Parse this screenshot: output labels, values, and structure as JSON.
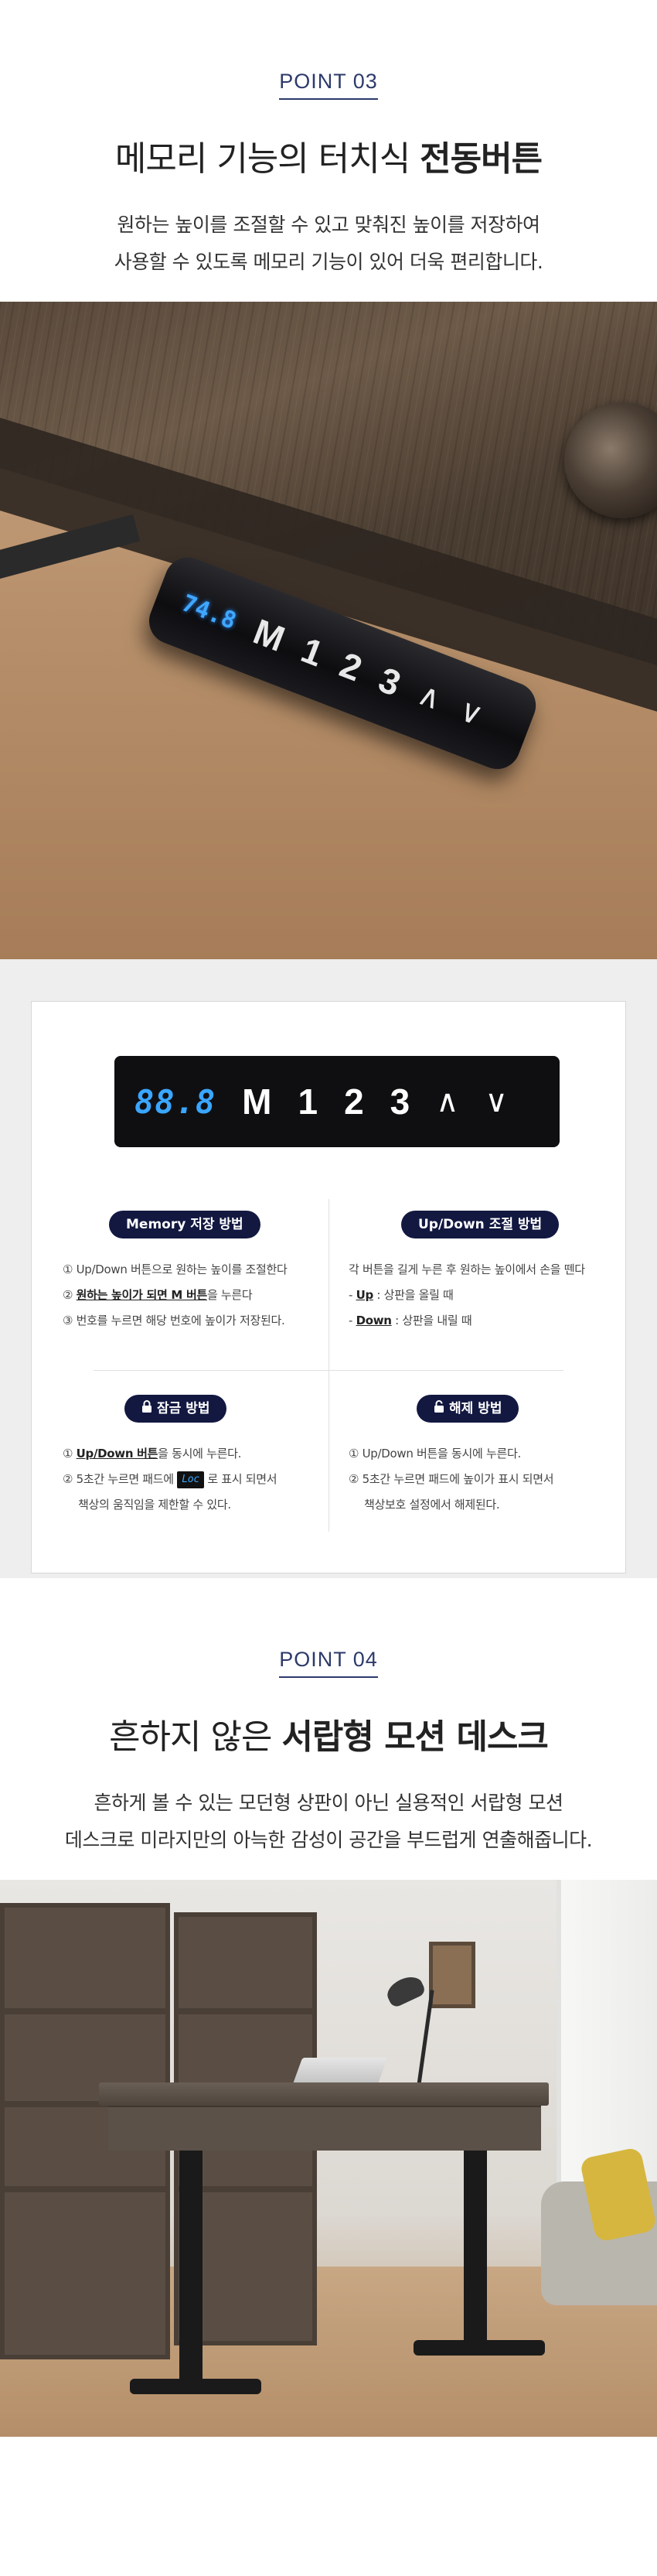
{
  "point3": {
    "label": "POINT 03",
    "headline_light": "메모리 기능의 터치식 ",
    "headline_bold": "전동버튼",
    "desc_lines": [
      "원하는 높이를 조절할 수 있고 맞춰진 높이를 저장하여",
      "사용할 수 있도록 메모리 기능이 있어 더욱 편리합니다."
    ]
  },
  "photo_controller": {
    "display": "74.8",
    "keys": [
      "M",
      "1",
      "2",
      "3"
    ],
    "arrows": [
      "∧",
      "∨"
    ]
  },
  "keypad": {
    "display": "88.8",
    "keys": [
      "M",
      "1",
      "2",
      "3"
    ],
    "arrows": [
      "∧",
      "∨"
    ]
  },
  "memory": {
    "title": "Memory 저장 방법",
    "lines": {
      "l1": "① Up/Down 버튼으로 원하는 높이를 조절한다",
      "l2_pre": "② ",
      "l2_u": "원하는 높이가 되면 M 버튼",
      "l2_post": "을 누른다",
      "l3": "③ 번호를 누르면 해당 번호에 높이가 저장된다."
    }
  },
  "updown": {
    "title": "Up/Down 조절 방법",
    "lines": {
      "l1": "각 버튼을 길게 누른 후 원하는 높이에서 손을 뗀다",
      "l2_pre": "- ",
      "l2_u": "Up",
      "l2_post": " : 상판을 올릴 때",
      "l3_pre": "- ",
      "l3_u": "Down",
      "l3_post": " : 상판을 내릴 때"
    }
  },
  "lock": {
    "title": "잠금 방법",
    "lines": {
      "l1_pre": "① ",
      "l1_u": "Up/Down 버튼",
      "l1_post": "을 동시에 누른다.",
      "l2_pre": "② 5초간 누르면 패드에 ",
      "l2_disp": "Loc",
      "l2_post": " 로 표시 되면서",
      "l3": "책상의 움직임을 제한할 수 있다."
    }
  },
  "unlock": {
    "title": "해제 방법",
    "lines": {
      "l1": "① Up/Down 버튼을 동시에 누른다.",
      "l2": "② 5초간 누르면 패드에 높이가 표시 되면서",
      "l3": "책상보호 설정에서 해제된다."
    }
  },
  "point4": {
    "label": "POINT 04",
    "headline_light": "흔하지 않은 ",
    "headline_bold": "서랍형 모션 데스크",
    "desc_lines": [
      "흔하게 볼 수 있는 모던형 상판이 아닌 실용적인 서랍형 모션",
      "데스크로 미라지만의 아늑한 감성이 공간을 부드럽게 연출해줍니다."
    ]
  },
  "icons": {
    "lock": "lock-icon",
    "unlock": "unlock-icon"
  }
}
